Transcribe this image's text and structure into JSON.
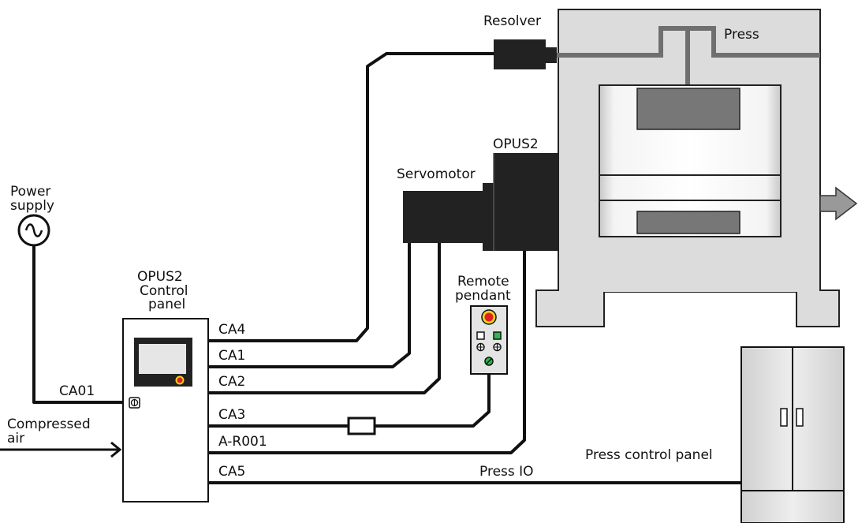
{
  "labels": {
    "resolver": "Resolver",
    "press": "Press",
    "opus2_top": "OPUS2",
    "servomotor": "Servomotor",
    "power_line1": "Power",
    "power_line2": "supply",
    "panel_line1": "OPUS2",
    "panel_line2": "Control",
    "panel_line3": "panel",
    "remote_line1": "Remote",
    "remote_line2": "pendant",
    "ca01": "CA01",
    "air_line1": "Compressed",
    "air_line2": "air",
    "ca4": "CA4",
    "ca1": "CA1",
    "ca2": "CA2",
    "ca3": "CA3",
    "ar001": "A-R001",
    "ca5": "CA5",
    "press_io": "Press IO",
    "press_control_panel": "Press control panel"
  },
  "colors": {
    "press_body": "#dcdcdc",
    "machine_black": "#222222",
    "shaft_gray": "#6f6f6f",
    "indicator_green": "#2db84b",
    "emergency_red": "#e02020",
    "emergency_yellow": "#f2d21b"
  }
}
